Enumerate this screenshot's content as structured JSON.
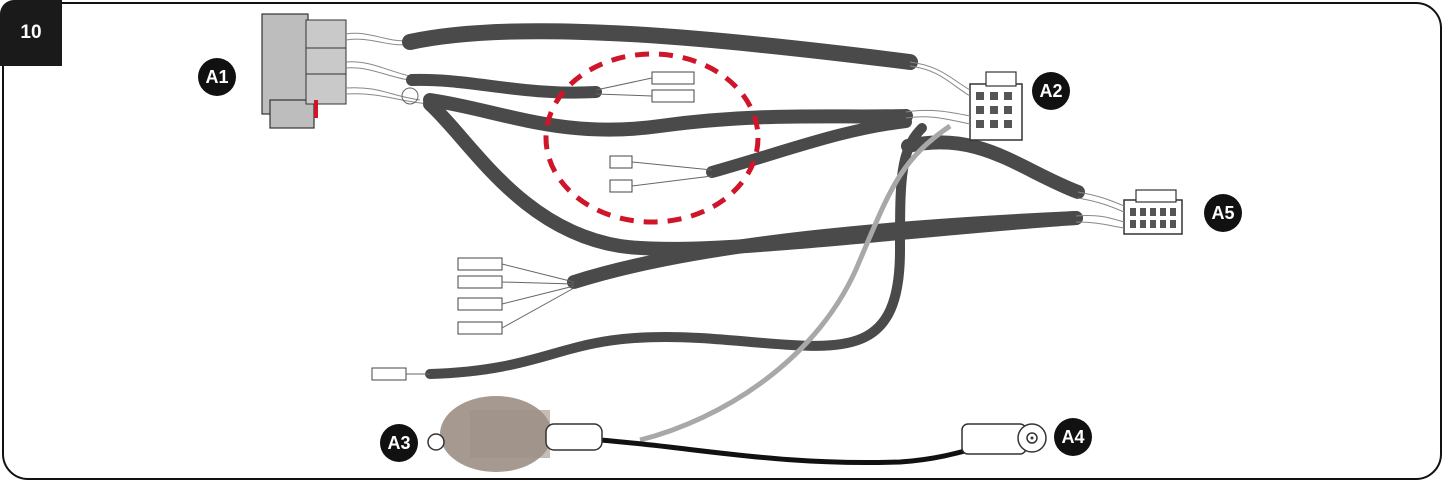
{
  "step": {
    "number": "10"
  },
  "labels": {
    "a1": "A1",
    "a2": "A2",
    "a3": "A3",
    "a4": "A4",
    "a5": "A5"
  },
  "colors": {
    "cable": "#4a4a4a",
    "antenna_grey": "#a8a8a8",
    "antenna_black": "#111111",
    "highlight_circle": "#d0152a",
    "connector_fill": "#b8b8b8"
  },
  "icons": {
    "a1": "iso-harness-connector-icon",
    "a2": "iso-plug-connector-icon",
    "a3": "din-antenna-plug-icon",
    "a4": "iso-antenna-socket-icon",
    "a5": "multi-pin-radio-connector-icon"
  }
}
